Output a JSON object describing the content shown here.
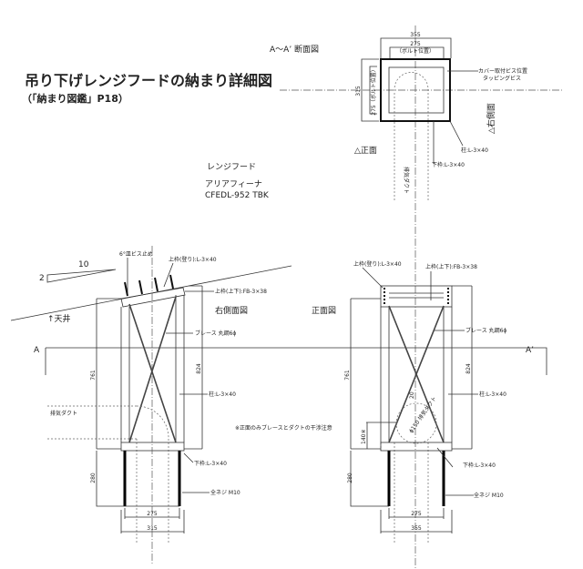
{
  "title": "吊り下げレンジフードの納まり詳細図",
  "subtitle": "（「納まり図鑑」P18）",
  "product": {
    "category": "レンジフード",
    "name": "アリアフィーナ",
    "model": "CFEDL-952 TBK"
  },
  "section_view": {
    "title": "A～A’ 断面図",
    "dim_outer": "355",
    "dim_bolt": "275",
    "bolt_note": "（ボルト位置）",
    "dim_left_outer": "315",
    "dim_left_bolt": "275（ボルト位置）",
    "cover_screw": "カバー取付ビス位置",
    "tapping_screw": "タッピングビス",
    "right_side_mark": "△右側面",
    "front_mark": "△正面",
    "post": "柱:L-3×40",
    "bottom_frame": "下枠:L-3×40",
    "duct": "排気ダクト"
  },
  "side_view": {
    "title": "右側面図",
    "slope_run": "10",
    "slope_rise": "2",
    "ceiling": "↑天井",
    "screw_note": "6°皿ビス止め",
    "top_frame_climb": "上枠(登り):L-3×40",
    "top_frame_updown": "上枠(上下):FB-3×38",
    "brace": "ブレース 丸鋼6ϕ",
    "post": "柱:L-3×40",
    "duct": "排気ダクト",
    "bottom_frame": "下枠:L-3×40",
    "rod": "全ネジ M10",
    "dim_761": "761",
    "dim_824": "824",
    "dim_280": "280",
    "dim_275": "275",
    "dim_315": "315"
  },
  "front_view": {
    "title": "正面図",
    "top_frame_climb": "上枠(登り):L-3×40",
    "top_frame_updown": "上枠(上下):FB-3×38",
    "brace": "ブレース 丸鋼6ϕ",
    "post": "柱:L-3×40",
    "duct_circle": "ϕ150 排気ダクト",
    "dim_20": "20",
    "dim_140": "140※",
    "bottom_frame": "下枠:L-3×40",
    "rod": "全ネジ M10",
    "dim_761": "761",
    "dim_824": "824",
    "dim_280": "280",
    "dim_275": "275",
    "dim_355": "355"
  },
  "note": "※正面のみブレースとダクトの干渉注意",
  "section_marks": {
    "a": "A",
    "a_prime": "A’"
  }
}
